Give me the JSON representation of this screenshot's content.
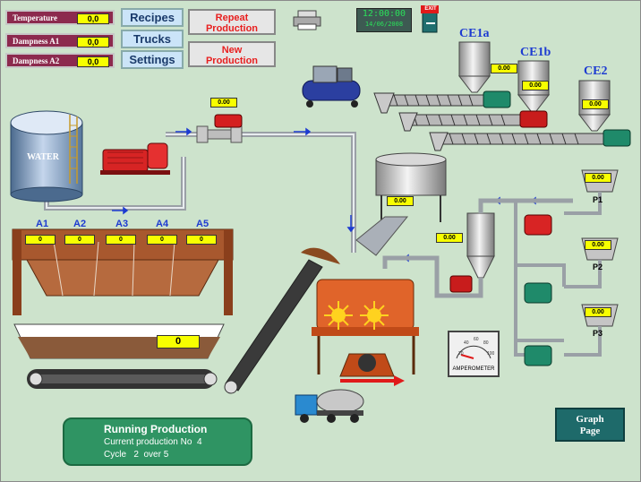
{
  "sensors": [
    {
      "label": "Temperature",
      "value": "0,0"
    },
    {
      "label": "Dampness A1",
      "value": "0,0"
    },
    {
      "label": "Dampness A2",
      "value": "0,0"
    }
  ],
  "nav": {
    "recipes": "Recipes",
    "trucks": "Trucks",
    "settings": "Settings"
  },
  "actions": {
    "repeat_line1": "Repeat",
    "repeat_line2": "Production",
    "new_line1": "New",
    "new_line2": "Production"
  },
  "clock": {
    "time": "12:00:00",
    "date": "14/06/2008"
  },
  "exit_label": "EXIT",
  "tank": {
    "label": "WATER"
  },
  "readouts": {
    "flowmeter": "0.00",
    "ce1a": "0.00",
    "ce1b": "0.00",
    "ce2": "0.00",
    "mixer_hopper": "0.00",
    "cyclone": "0.00",
    "p1": "0.00",
    "p2": "0.00",
    "p3": "0.00",
    "bin": "0"
  },
  "ce_labels": {
    "ce1a": "CE1a",
    "ce1b": "CE1b",
    "ce2": "CE2"
  },
  "aggregates": [
    {
      "label": "A1",
      "value": "0"
    },
    {
      "label": "A2",
      "value": "0"
    },
    {
      "label": "A3",
      "value": "0"
    },
    {
      "label": "A4",
      "value": "0"
    },
    {
      "label": "A5",
      "value": "0"
    }
  ],
  "silos": {
    "p1": "P1",
    "p2": "P2",
    "p3": "P3"
  },
  "ammeter": {
    "label": "AMPEROMETER",
    "ticks": [
      "20",
      "40",
      "60",
      "80",
      "100"
    ]
  },
  "status": {
    "title": "Running Production",
    "current_prefix": "Current production No",
    "current_no": "4",
    "cycle_prefix": "Cycle",
    "cycle_current": "2",
    "cycle_mid": "over",
    "cycle_total": "5"
  },
  "graph": {
    "line1": "Graph",
    "line2": "Page"
  },
  "colors": {
    "background": "#cde3cc",
    "value_yellow": "#f7ff00",
    "accent_blue": "#1d3bd1",
    "sensor_bg": "#8c2a4e"
  }
}
